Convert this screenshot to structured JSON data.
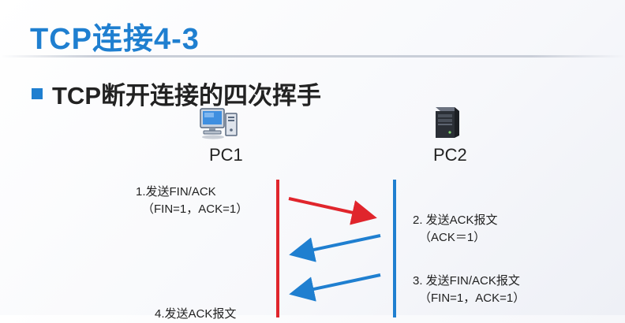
{
  "slide": {
    "title": "TCP连接4-3",
    "bullet": "TCP断开连接的四次挥手"
  },
  "hosts": {
    "pc1_label": "PC1",
    "pc2_label": "PC2",
    "pc1_icon": "desktop-computer-icon",
    "pc2_icon": "server-tower-icon"
  },
  "colors": {
    "accent": "#1f7fd0",
    "pc1_line": "#e0252c",
    "pc2_line": "#1f7fd0"
  },
  "messages": [
    {
      "step_label": "1.发送FIN/ACK",
      "detail": "（FIN=1，ACK=1）"
    },
    {
      "step_label": "2. 发送ACK报文",
      "detail": "（ACK＝1）"
    },
    {
      "step_label": "3. 发送FIN/ACK报文",
      "detail": "（FIN=1，ACK=1）"
    },
    {
      "step_label": "4.发送ACK报文",
      "detail": ""
    }
  ]
}
